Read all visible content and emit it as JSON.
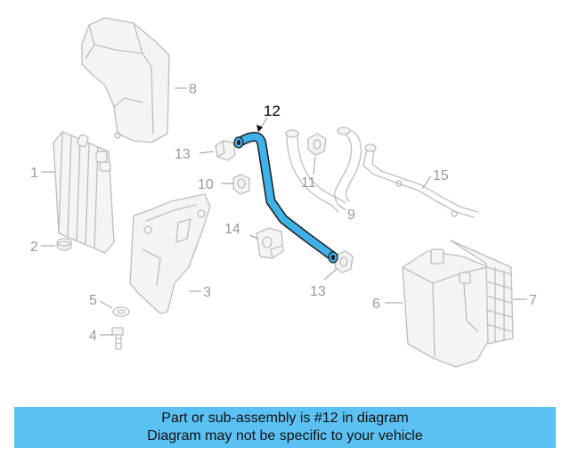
{
  "diagram": {
    "callouts": [
      {
        "id": "1",
        "text": "1"
      },
      {
        "id": "2",
        "text": "2"
      },
      {
        "id": "3",
        "text": "3"
      },
      {
        "id": "4",
        "text": "4"
      },
      {
        "id": "5",
        "text": "5"
      },
      {
        "id": "6",
        "text": "6"
      },
      {
        "id": "7",
        "text": "7"
      },
      {
        "id": "8",
        "text": "8"
      },
      {
        "id": "9",
        "text": "9"
      },
      {
        "id": "10",
        "text": "10"
      },
      {
        "id": "11",
        "text": "11"
      },
      {
        "id": "12",
        "text": "12"
      },
      {
        "id": "13a",
        "text": "13"
      },
      {
        "id": "13b",
        "text": "13"
      },
      {
        "id": "14",
        "text": "14"
      },
      {
        "id": "15",
        "text": "15"
      }
    ],
    "highlighted_part": "12",
    "highlight_color": "#3fb2ea",
    "line_color": "#bdbdbd"
  },
  "caption": {
    "line1": "Part or sub-assembly is #12 in diagram",
    "line2": "Diagram may not be specific to your vehicle",
    "background": "#5bc1f3"
  }
}
